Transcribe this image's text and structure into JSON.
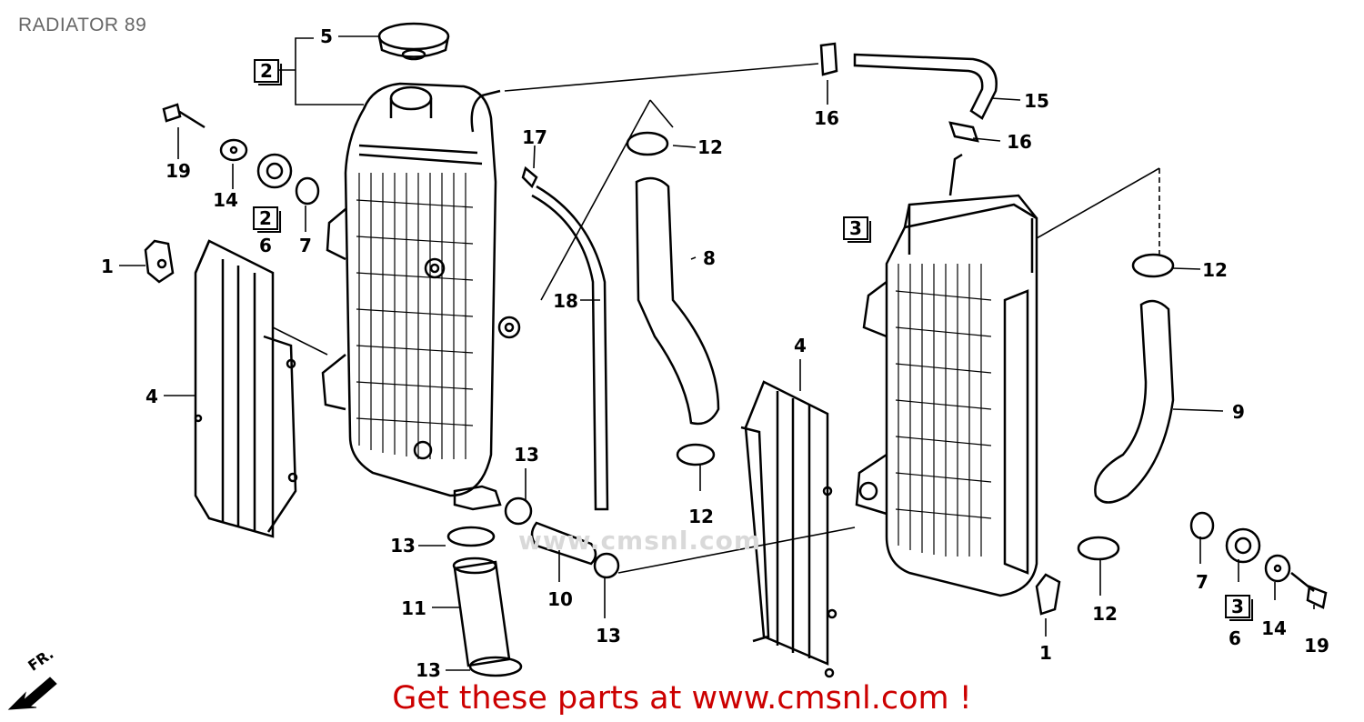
{
  "title": "RADIATOR 89",
  "footer": {
    "cta": "Get these parts at www.cmsnl.com !"
  },
  "watermark": "www.cmsnl.com",
  "front_marker": "FR.",
  "colors": {
    "title": "#666666",
    "cta": "#cc0000",
    "line": "#000000",
    "watermark": "#d9d9d9"
  },
  "callouts": {
    "c1a": "1",
    "c1b": "1",
    "c2a": "2",
    "c2b": "2",
    "c3a": "3",
    "c3b": "3",
    "c4a": "4",
    "c4b": "4",
    "c5": "5",
    "c6a": "6",
    "c6b": "6",
    "c7a": "7",
    "c7b": "7",
    "c8": "8",
    "c9": "9",
    "c10": "10",
    "c11": "11",
    "c12a": "12",
    "c12b": "12",
    "c12c": "12",
    "c12d": "12",
    "c13a": "13",
    "c13b": "13",
    "c13c": "13",
    "c13d": "13",
    "c14a": "14",
    "c14b": "14",
    "c15": "15",
    "c16a": "16",
    "c16b": "16",
    "c17": "17",
    "c18": "18",
    "c19a": "19",
    "c19b": "19"
  }
}
